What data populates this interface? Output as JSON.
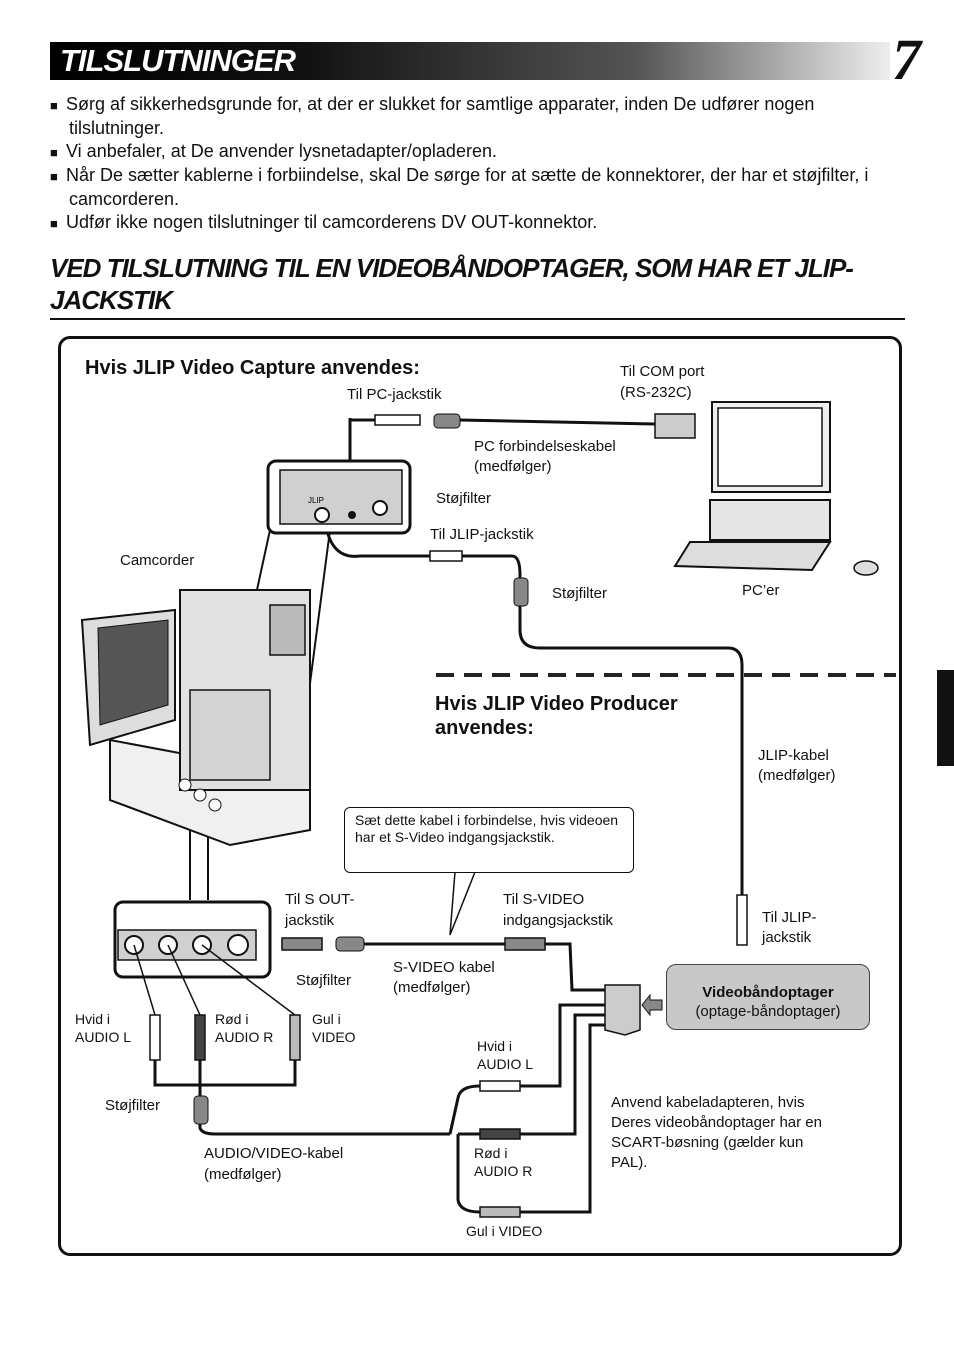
{
  "header": {
    "title": "TILSLUTNINGER",
    "page_number": "7"
  },
  "bullets": [
    "Sørg af sikkerhedsgrunde for, at der er slukket for samtlige apparater, inden De udfører nogen tilslutninger.",
    "Vi anbefaler, at De anvender lysnetadapter/opladeren.",
    "Når De sætter kablerne i forbiindelse, skal De sørge for at sætte de konnektorer, der har et støjfilter, i camcorderen.",
    "Udfør ikke nogen tilslutninger til camcorderens DV OUT-konnektor."
  ],
  "section_title": "VED TILSLUTNING TIL EN VIDEOBÅNDOPTAGER, SOM HAR ET JLIP-JACKSTIK",
  "diagram": {
    "capture_heading": "Hvis JLIP Video Capture anvendes:",
    "producer_heading_1": "Hvis JLIP Video Producer",
    "producer_heading_2": "anvendes:",
    "til_com_port_1": "Til COM port",
    "til_com_port_2": "(RS-232C)",
    "til_pc_jackstik": "Til PC-jackstik",
    "pc_kabel_1": "PC forbindelseskabel",
    "pc_kabel_2": "(medfølger)",
    "stojfilter_1": "Støjfilter",
    "til_jlip_jackstik": "Til JLIP-jackstik",
    "camcorder": "Camcorder",
    "stojfilter_2": "Støjfilter",
    "pc_er": "PC’er",
    "jlip_kabel_1": "JLIP-kabel",
    "jlip_kabel_2": "(medfølger)",
    "callout": "Sæt dette kabel i forbindelse, hvis videoen har et S-Video indgangsjackstik.",
    "til_s_out_1": "Til S OUT-",
    "til_s_out_2": "jackstik",
    "til_s_video_1": "Til S-VIDEO",
    "til_s_video_2": "indgangsjackstik",
    "til_jlip_vcr_1": "Til JLIP-",
    "til_jlip_vcr_2": "jackstik",
    "stojfilter_3": "Støjfilter",
    "s_video_kabel_1": "S-VIDEO kabel",
    "s_video_kabel_2": "(medfølger)",
    "vcr_title": "Videobåndoptager",
    "vcr_sub": "(optage-båndoptager)",
    "hvid_audio_l_1": "Hvid i",
    "hvid_audio_l_2": "AUDIO L",
    "rod_audio_r_1": "Rød i",
    "rod_audio_r_2": "AUDIO R",
    "gul_video_1": "Gul i",
    "gul_video_2": "VIDEO",
    "hvid_audio_l_b1": "Hvid i",
    "hvid_audio_l_b2": "AUDIO L",
    "stojfilter_4": "Støjfilter",
    "scart_1": "Anvend kabeladapteren, hvis",
    "scart_2": "Deres videobåndoptager har en",
    "scart_3": "SCART-bøsning (gælder kun",
    "scart_4": "PAL).",
    "av_kabel_1": "AUDIO/VIDEO-kabel",
    "av_kabel_2": "(medfølger)",
    "rod_audio_r_b1": "Rød i",
    "rod_audio_r_b2": "AUDIO R",
    "gul_video_b": "Gul i VIDEO",
    "jlip_mark": "JLIP"
  }
}
